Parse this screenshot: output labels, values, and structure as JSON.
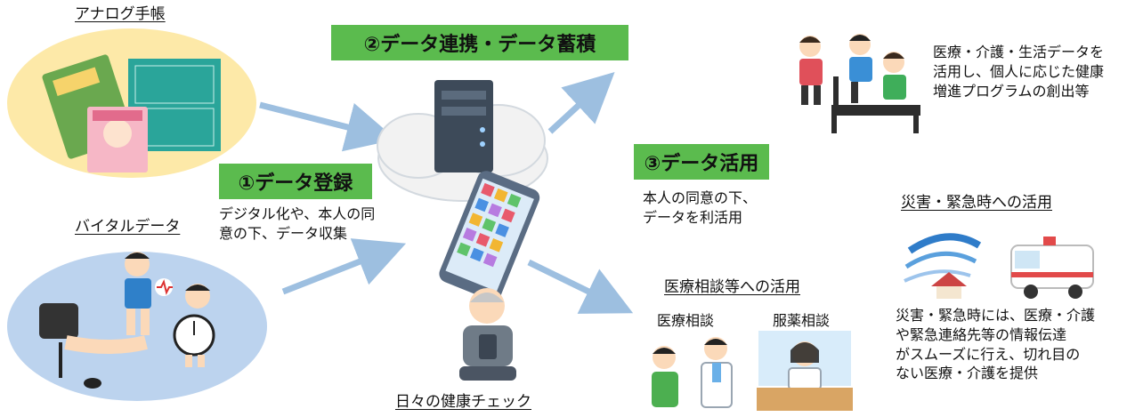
{
  "analog": {
    "title": "アナログ手帳"
  },
  "vital": {
    "title": "バイタルデータ"
  },
  "step1": {
    "label": "①データ登録",
    "desc": "デジタル化や、本人の同\n意の下、データ収集"
  },
  "step2": {
    "label": "②データ連携・データ蓄積"
  },
  "step3": {
    "label": "③データ活用",
    "desc": "本人の同意の下、\nデータを利活用"
  },
  "daily": {
    "caption": "日々の健康チェック"
  },
  "health_program": {
    "text": "医療・介護・生活データを\n活用し、個人に応じた健康\n増進プログラムの創出等"
  },
  "medical": {
    "title": "医療相談等への活用",
    "consult": "医療相談",
    "drug": "服薬相談"
  },
  "disaster": {
    "title": "災害・緊急時への活用",
    "text": "災害・緊急時には、医療・介護\nや緊急連絡先等の情報伝達\nがスムーズに行え、切れ目の\nない医療・介護を提供"
  },
  "colors": {
    "green": "#5bbb4e",
    "arrow": "#9dbfe0",
    "analog_bg": "#fde9a8",
    "vital_bg": "#bcd3ee"
  }
}
